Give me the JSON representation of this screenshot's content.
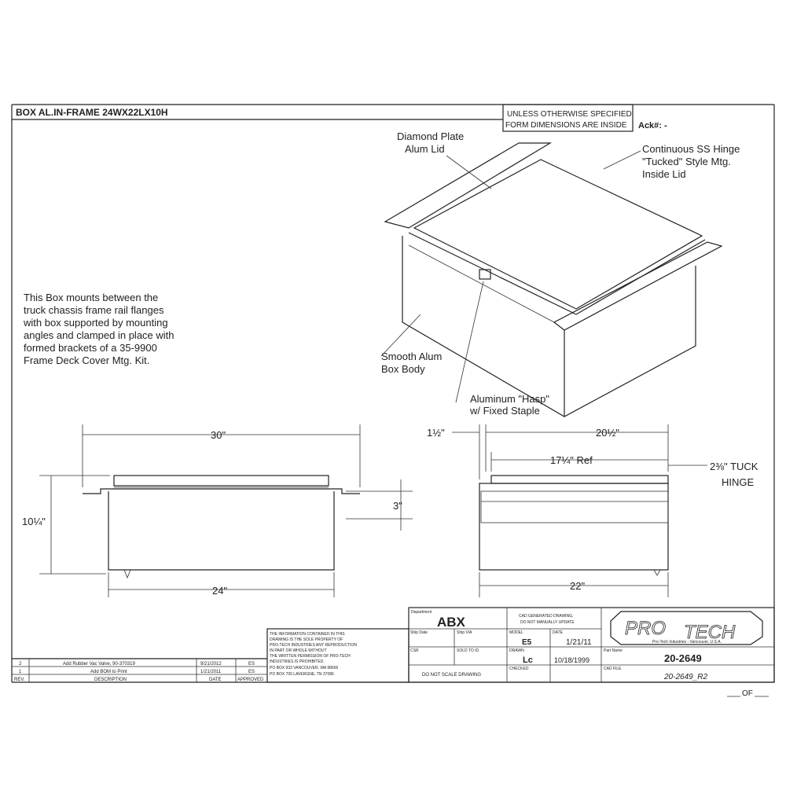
{
  "title": "BOX AL.IN-FRAME 24WX22LX10H",
  "notice": {
    "line1": "UNLESS OTHERWISE SPECIFIED",
    "line2": "FORM DIMENSIONS ARE INSIDE",
    "ack": "Ack#: -"
  },
  "callouts": {
    "lid": [
      "Diamond Plate",
      "Alum Lid"
    ],
    "hinge": [
      "Continuous SS Hinge",
      "\"Tucked\" Style Mtg.",
      "Inside Lid"
    ],
    "body": [
      "Smooth Alum",
      "Box Body"
    ],
    "hasp": [
      "Aluminum \"Hasp\"",
      "w/ Fixed Staple"
    ]
  },
  "description": [
    "This Box mounts between the",
    "truck chassis frame rail flanges",
    "with box supported by mounting",
    "angles and clamped in place with",
    "formed brackets of a 35-9900",
    "Frame Deck Cover Mtg. Kit."
  ],
  "dimensions": {
    "front_overall": "30\"",
    "front_body": "24\"",
    "height": "10¼\"",
    "lid_offset": "3\"",
    "side_left": "1½\"",
    "side_overall": "20½\"",
    "side_ref": "17¼\" Ref",
    "side_body": "22\"",
    "tuck_hinge": [
      "2⅜\" TUCK",
      "HINGE"
    ]
  },
  "revisions": {
    "headers": [
      "REV.",
      "DESCRIPTION",
      "DATE",
      "APPROVED"
    ],
    "rows": [
      [
        "2",
        "Add Rubber Vac Valve, 90-370319",
        "9/21/2012",
        "ES"
      ],
      [
        "1",
        "Add BOM to Print",
        "1/21/2011",
        "ES"
      ]
    ]
  },
  "legal": [
    "THE INFORMATION CONTAINED IN THIS",
    "DRAWING IS THE SOLE PROPERTY OF",
    "PRO-TECH INDUSTRIES ANY REPRODUCTION",
    "IN PART OR WHOLE WITHOUT",
    "THE WRITTEN PERMISSION OF PRO-TECH",
    "INDUSTRIES IS PROHIBITED.",
    "PO BOX 933 VANCOUVER, WA 98666",
    "PO BOX 700 LAVERGNE, TN 37086"
  ],
  "title_block": {
    "department_label": "Department",
    "department": "ABX",
    "cad_note": [
      "CAD GENERATED DRAWING,",
      "DO NOT MANUALLY UPDATE"
    ],
    "ship_date_label": "Ship Date",
    "ship_via_label": "Ship VIA",
    "model_label": "MODEL",
    "model": "E5",
    "date_label": "DATE",
    "date": "1/21/11",
    "csr_label": "CSR",
    "sold_to_label": "SOLD TO ID",
    "drawn_label": "DRAWN",
    "drawn": "Lc",
    "drawn_date": "10/18/1999",
    "part_name_label": "Part Name",
    "part_name": "20-2649",
    "scale_note": "DO NOT SCALE DRAWING",
    "checked_label": "CHECKED",
    "cad_file_label": "CAD FILE",
    "cad_file": "20-2649_R2",
    "logo": "PRO-TECH",
    "logo_sub": "Pro-Tech Industries - Vancouver, U.S.A.",
    "sheet": "OF"
  }
}
